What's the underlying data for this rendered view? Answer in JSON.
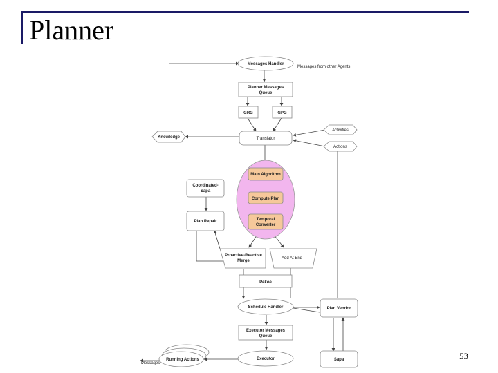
{
  "slide": {
    "title": "Planner",
    "page_number": "53"
  },
  "diagram": {
    "messages_handler": "Messages Handler",
    "messages_from_other_agents": "Messages from other Agents",
    "planner_messages_queue_1": "Planner Messages",
    "planner_messages_queue_2": "Queue",
    "grg": "GRG",
    "gpg": "GPG",
    "translator": "Translator",
    "knowledge": "Knowledge",
    "activities": "Activities",
    "actions": "Actions",
    "main_algorithm": "Main Algorithm",
    "compute_plan": "Compute Plan",
    "temporal_converter_1": "Temporal",
    "temporal_converter_2": "Converter",
    "coordinated_sapa_1": "Coordinated-",
    "coordinated_sapa_2": "Sapa",
    "plan_repair": "Plan Repair",
    "proactive_reactive_merge_1": "Proactive-Reactive",
    "proactive_reactive_merge_2": "Merge",
    "add_at_end": "Add At End",
    "pekoe": "Pekoe",
    "schedule_handler": "Schedule Handler",
    "plan_vendor": "Plan Vendor",
    "executor_messages_queue_1": "Executor Messages",
    "executor_messages_queue_2": "Queue",
    "executor": "Executor",
    "sapa": "Sapa",
    "running_actions": "Running Actions",
    "messages": "Messages"
  }
}
